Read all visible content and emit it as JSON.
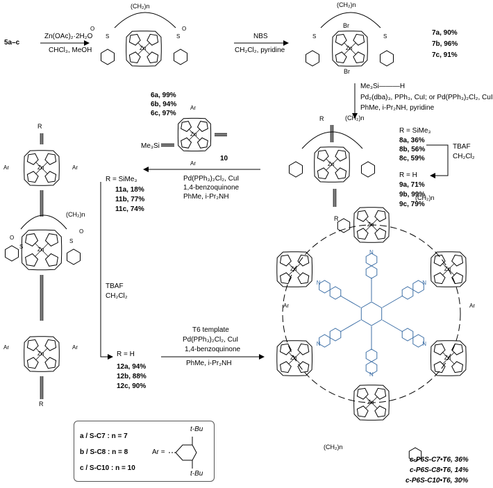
{
  "start": {
    "label": "5a–c"
  },
  "step1": {
    "line1": "Zn(OAc)₂·2H₂O",
    "line2": "CHCl₃, MeOH"
  },
  "cmp6": {
    "a": "6a, 99%",
    "b": "6b, 94%",
    "c": "6c, 97%"
  },
  "step2": {
    "line1": "NBS",
    "line2": "CH₂Cl₂, pyridine"
  },
  "cmp7": {
    "a": "7a, 90%",
    "b": "7b, 96%",
    "c": "7c, 91%"
  },
  "step3": {
    "line1": "Me₃Si———H",
    "line2": "Pd₂(dba)₃, PPh₃, CuI; or Pd(PPh₃)₂Cl₂, CuI",
    "line3": "PhMe, i-Pr₂NH, pyridine"
  },
  "cmp8": {
    "r": "R = SiMe₃",
    "a": "8a, 36%",
    "b": "8b, 56%",
    "c": "8c, 59%"
  },
  "tbaf1": {
    "line1": "TBAF",
    "line2": "CH₂Cl₂"
  },
  "cmp9": {
    "r": "R = H",
    "a": "9a, 71%",
    "b": "9b, 99%",
    "c": "9c, 79%"
  },
  "cmp10": {
    "label": "10",
    "tms": "Me₃Si"
  },
  "step4": {
    "line1": "Pd(PPh₃)₂Cl₂, CuI",
    "line2": "1,4-benzoquinone",
    "line3": "PhMe, i-Pr₂NH"
  },
  "cmp11": {
    "r": "R = SiMe₃",
    "a": "11a, 18%",
    "b": "11b, 77%",
    "c": "11c, 74%"
  },
  "tbaf2": {
    "line1": "TBAF",
    "line2": "CH₂Cl₂"
  },
  "cmp12": {
    "r": "R = H",
    "a": "12a, 94%",
    "b": "12b, 88%",
    "c": "12c, 90%"
  },
  "step5": {
    "line1": "T6 template",
    "line2": "Pd(PPh₃)₂Cl₂, CuI",
    "line3": "1,4-benzoquinone",
    "line4": "PhMe, i-Pr₂NH"
  },
  "products": {
    "p1": "c-P6S-C7•T6, 36%",
    "p2": "c-P6S-C8•T6, 14%",
    "p3": "c-P6S-C10•T6, 30%"
  },
  "legend": {
    "a": "a / S-C7 : n = 7",
    "b": "b / S-C8 : n = 8",
    "c": "c / S-C10 : n = 10",
    "ar": "Ar =",
    "tbu": "t-Bu"
  },
  "atoms": {
    "zn": "Zn",
    "n": "N",
    "s": "S",
    "o": "O",
    "br": "Br",
    "ar": "Ar",
    "r": "R",
    "chain": "(CH₂)n"
  },
  "colors": {
    "ink": "#000000",
    "template": "#3d6fa6"
  }
}
